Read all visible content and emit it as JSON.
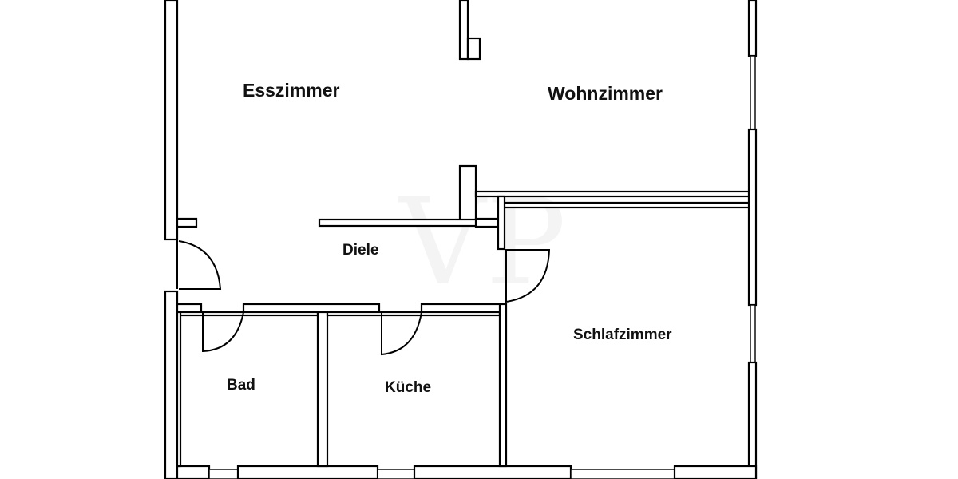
{
  "rooms": {
    "esszimmer": "Esszimmer",
    "wohnzimmer": "Wohnzimmer",
    "diele": "Diele",
    "schlafzimmer": "Schlafzimmer",
    "bad": "Bad",
    "kueche": "Küche"
  },
  "colors": {
    "wall": "#000000",
    "background": "#ffffff",
    "label": "#111111"
  }
}
